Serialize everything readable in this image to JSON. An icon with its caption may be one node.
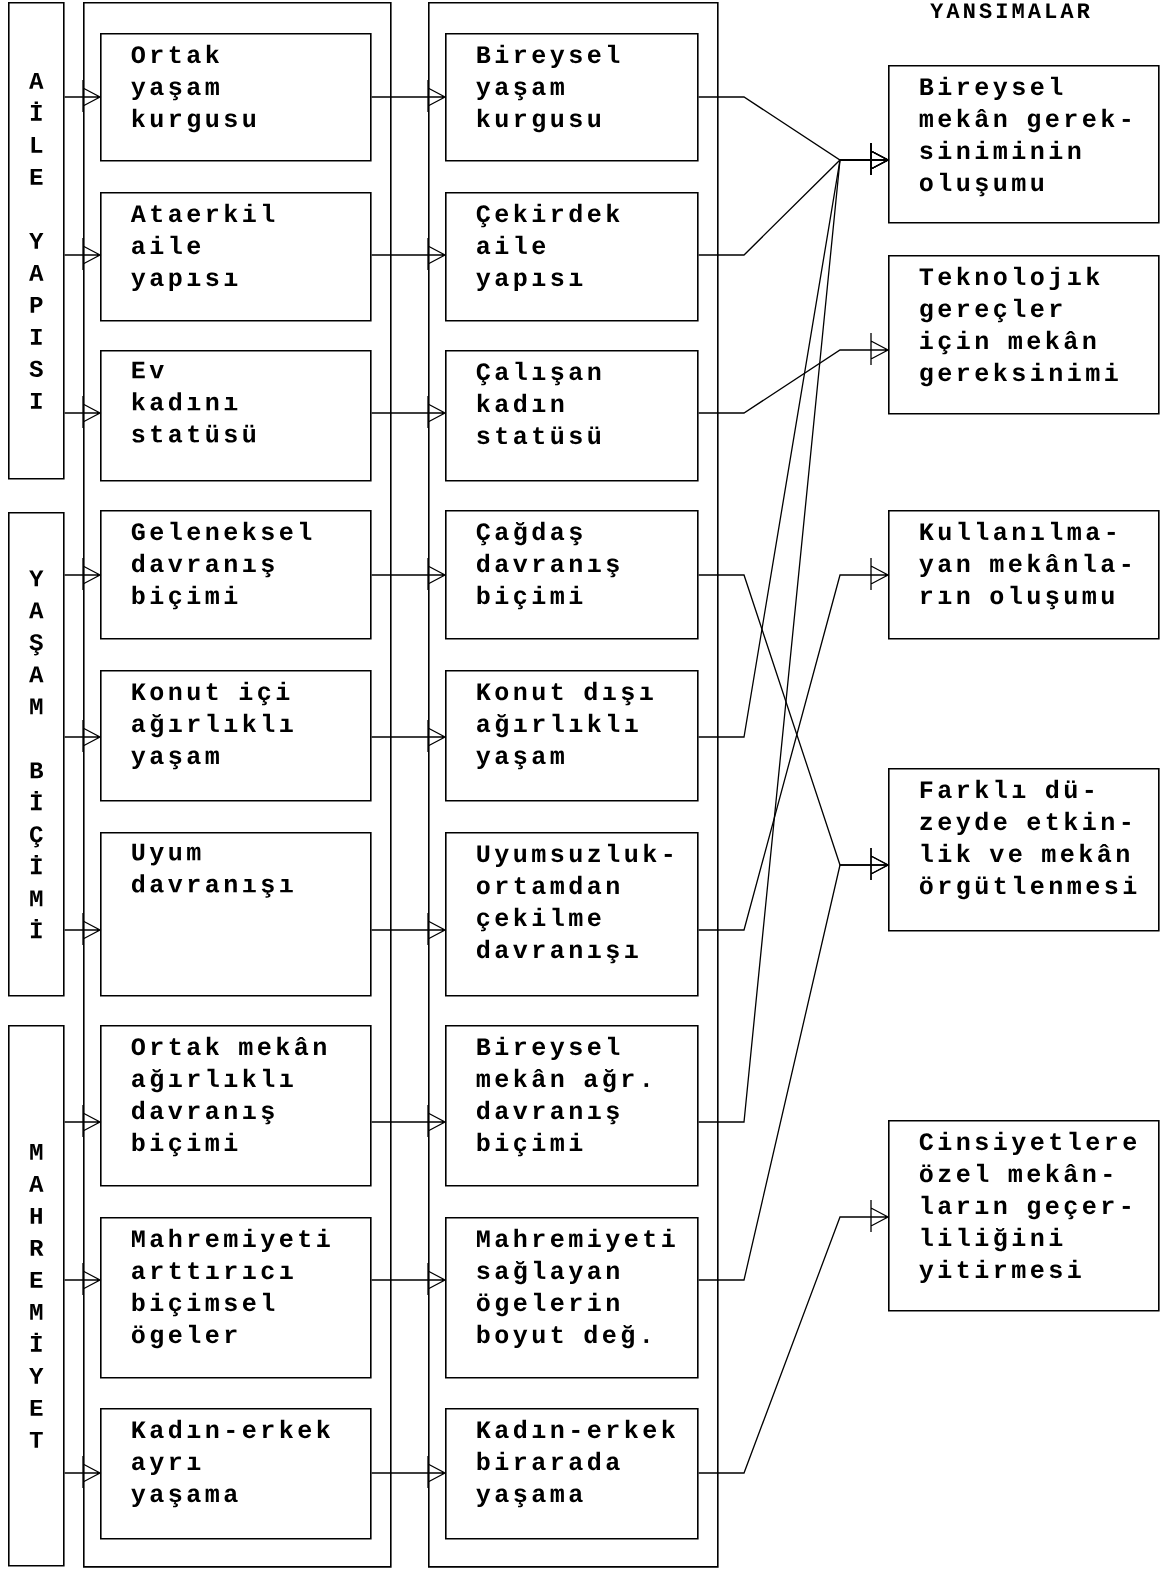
{
  "diagram": {
    "title": "YANSIMALAR",
    "nodes": [
      {
        "text": [
          "AİLE YAPISI"
        ]
      },
      {
        "text": [
          "YAŞAM BİÇİMİ"
        ]
      },
      {
        "text": [
          "MAHREMİYET"
        ]
      },
      {
        "text": [],
        "shape": "box"
      },
      {
        "text": [
          "Ortak yaşam kurgusu"
        ],
        "in": 3
      },
      {
        "text": [
          "Ataerkil aile yapısı"
        ],
        "in": 3
      },
      {
        "text": [
          "Ev kadını statüsü"
        ],
        "in": 3
      },
      {
        "text": [
          "Geleneksel davranış biçimi"
        ],
        "in": 3
      },
      {
        "text": [
          "Konut içi ağırlıklı yaşam"
        ],
        "in": 3
      },
      {
        "text": [
          "Uyum davranışı"
        ],
        "in": 3
      },
      {
        "text": [
          "Ortak mekân ağırlıklı davranış biçimi"
        ],
        "in": 3
      },
      {
        "text": [
          "Mahremiyeti arttırıcı biçimsel ögeler"
        ],
        "in": 3
      },
      {
        "text": [
          "Kadın-erkek ayrı yaşama"
        ],
        "in": 3
      },
      {
        "text": [],
        "shape": "box"
      },
      {
        "text": [
          "Bireysel yaşam kurgusu"
        ],
        "in": 13
      },
      {
        "text": [
          "Çekirdek aile yapısı"
        ],
        "in": 13
      },
      {
        "text": [
          "Çalışan kadın statüsü"
        ],
        "in": 13
      },
      {
        "text": [
          "Çağdaş davranış biçimi"
        ],
        "in": 13
      },
      {
        "text": [
          "Konut dışı ağırlıklı yaşam"
        ],
        "in": 13
      },
      {
        "text": [
          "Uyumsuzluk- ortamdan çekilme davranışı"
        ],
        "in": 13
      },
      {
        "text": [
          "Bireysel mekân ağr. davranış biçimi"
        ],
        "in": 13
      },
      {
        "text": [
          "Mahremiyeti sağlayan ögelerin boyut değ."
        ],
        "in": 13
      },
      {
        "text": [
          "Kadın-erkek birarada yaşama"
        ],
        "in": 13
      },
      {
        "text": [
          "Bireysel mekân gerek- siniminin oluşumu"
        ]
      },
      {
        "text": [
          "Teknolojık gereçler için mekân gereksinimi"
        ]
      },
      {
        "text": [
          "Kullanılma- yan mekânla- rın oluşumu"
        ]
      },
      {
        "text": [
          "Farklı dü- zeyde etkin- lik ve mekân örgütlenmesi"
        ]
      },
      {
        "text": [
          "Cinsiyetlere özel mekân- ların geçer- liliğini yitirmesi"
        ]
      }
    ],
    "edges": [
      {
        "from": 0,
        "to": 4,
        "arrow": "to"
      },
      {
        "from": 0,
        "to": 5,
        "arrow": "to"
      },
      {
        "from": 0,
        "to": 6,
        "arrow": "to"
      },
      {
        "from": 1,
        "to": 7,
        "arrow": "to"
      },
      {
        "from": 1,
        "to": 8,
        "arrow": "to"
      },
      {
        "from": 1,
        "to": 9,
        "arrow": "to"
      },
      {
        "from": 2,
        "to": 10,
        "arrow": "to"
      },
      {
        "from": 2,
        "to": 11,
        "arrow": "to"
      },
      {
        "from": 2,
        "to": 12,
        "arrow": "to"
      },
      {
        "from": 4,
        "to": 14,
        "arrow": "to"
      },
      {
        "from": 5,
        "to": 15,
        "arrow": "to"
      },
      {
        "from": 6,
        "to": 16,
        "arrow": "to"
      },
      {
        "from": 7,
        "to": 17,
        "arrow": "to"
      },
      {
        "from": 8,
        "to": 18,
        "arrow": "to"
      },
      {
        "from": 9,
        "to": 19,
        "arrow": "to"
      },
      {
        "from": 10,
        "to": 20,
        "arrow": "to"
      },
      {
        "from": 11,
        "to": 21,
        "arrow": "to"
      },
      {
        "from": 12,
        "to": 22,
        "arrow": "to"
      },
      {
        "from": 14,
        "to": 23,
        "arrow": "to"
      },
      {
        "from": 15,
        "to": 23,
        "arrow": "to"
      },
      {
        "from": 16,
        "to": 24,
        "arrow": "to"
      },
      {
        "from": 17,
        "to": 26,
        "arrow": "to"
      },
      {
        "from": 18,
        "to": 23,
        "arrow": "to"
      },
      {
        "from": 19,
        "to": 25,
        "arrow": "to"
      },
      {
        "from": 20,
        "to": 23,
        "arrow": "to"
      },
      {
        "from": 21,
        "to": 26,
        "arrow": "to"
      },
      {
        "from": 22,
        "to": 27,
        "arrow": "to"
      }
    ]
  }
}
